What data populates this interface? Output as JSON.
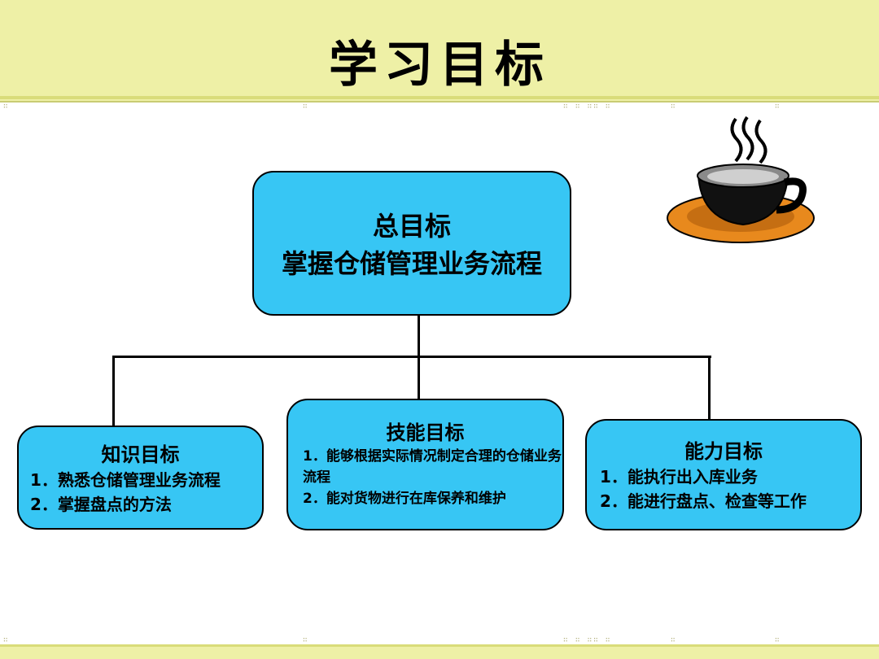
{
  "title": "学习目标",
  "root": {
    "title": "总目标",
    "subtitle": "掌握仓储管理业务流程"
  },
  "children": [
    {
      "title": "知识目标",
      "items": [
        "1．熟悉仓储管理业务流程",
        "2．掌握盘点的方法"
      ]
    },
    {
      "title": "技能目标",
      "items": [
        "1．能够根据实际情况制定合理的仓储业务流程",
        "2．能对货物进行在库保养和维护"
      ]
    },
    {
      "title": "能力目标",
      "items": [
        "1．能执行出入库业务",
        "2．能进行盘点、检查等工作"
      ]
    }
  ],
  "colors": {
    "box_fill": "#37c6f4",
    "header_band": "#eef0a6",
    "cup_saucer": "#e8891d"
  },
  "icons": {
    "decoration": "coffee-cup-icon"
  }
}
